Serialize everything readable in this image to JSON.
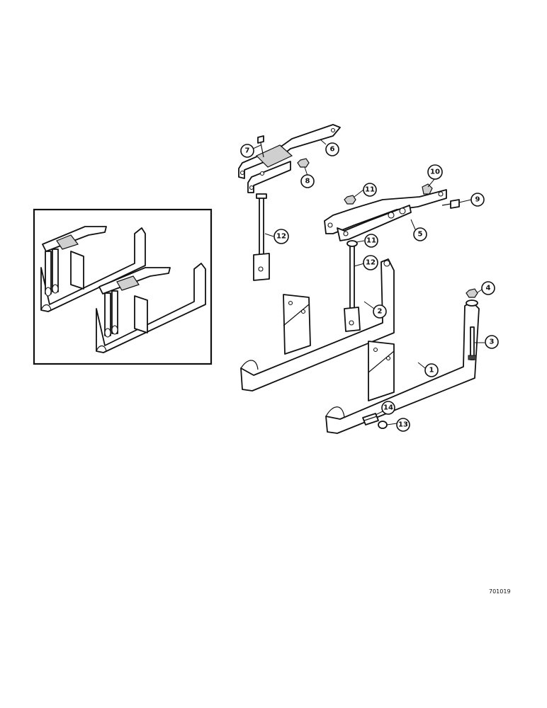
{
  "callouts": {
    "c1": "1",
    "c2": "2",
    "c3": "3",
    "c4": "4",
    "c5": "5",
    "c6": "6",
    "c7": "7",
    "c8": "8",
    "c9": "9",
    "c10": "10",
    "c11a": "11",
    "c11b": "11",
    "c12a": "12",
    "c12b": "12",
    "c13": "13",
    "c14": "14"
  },
  "drawing_number": "701019"
}
